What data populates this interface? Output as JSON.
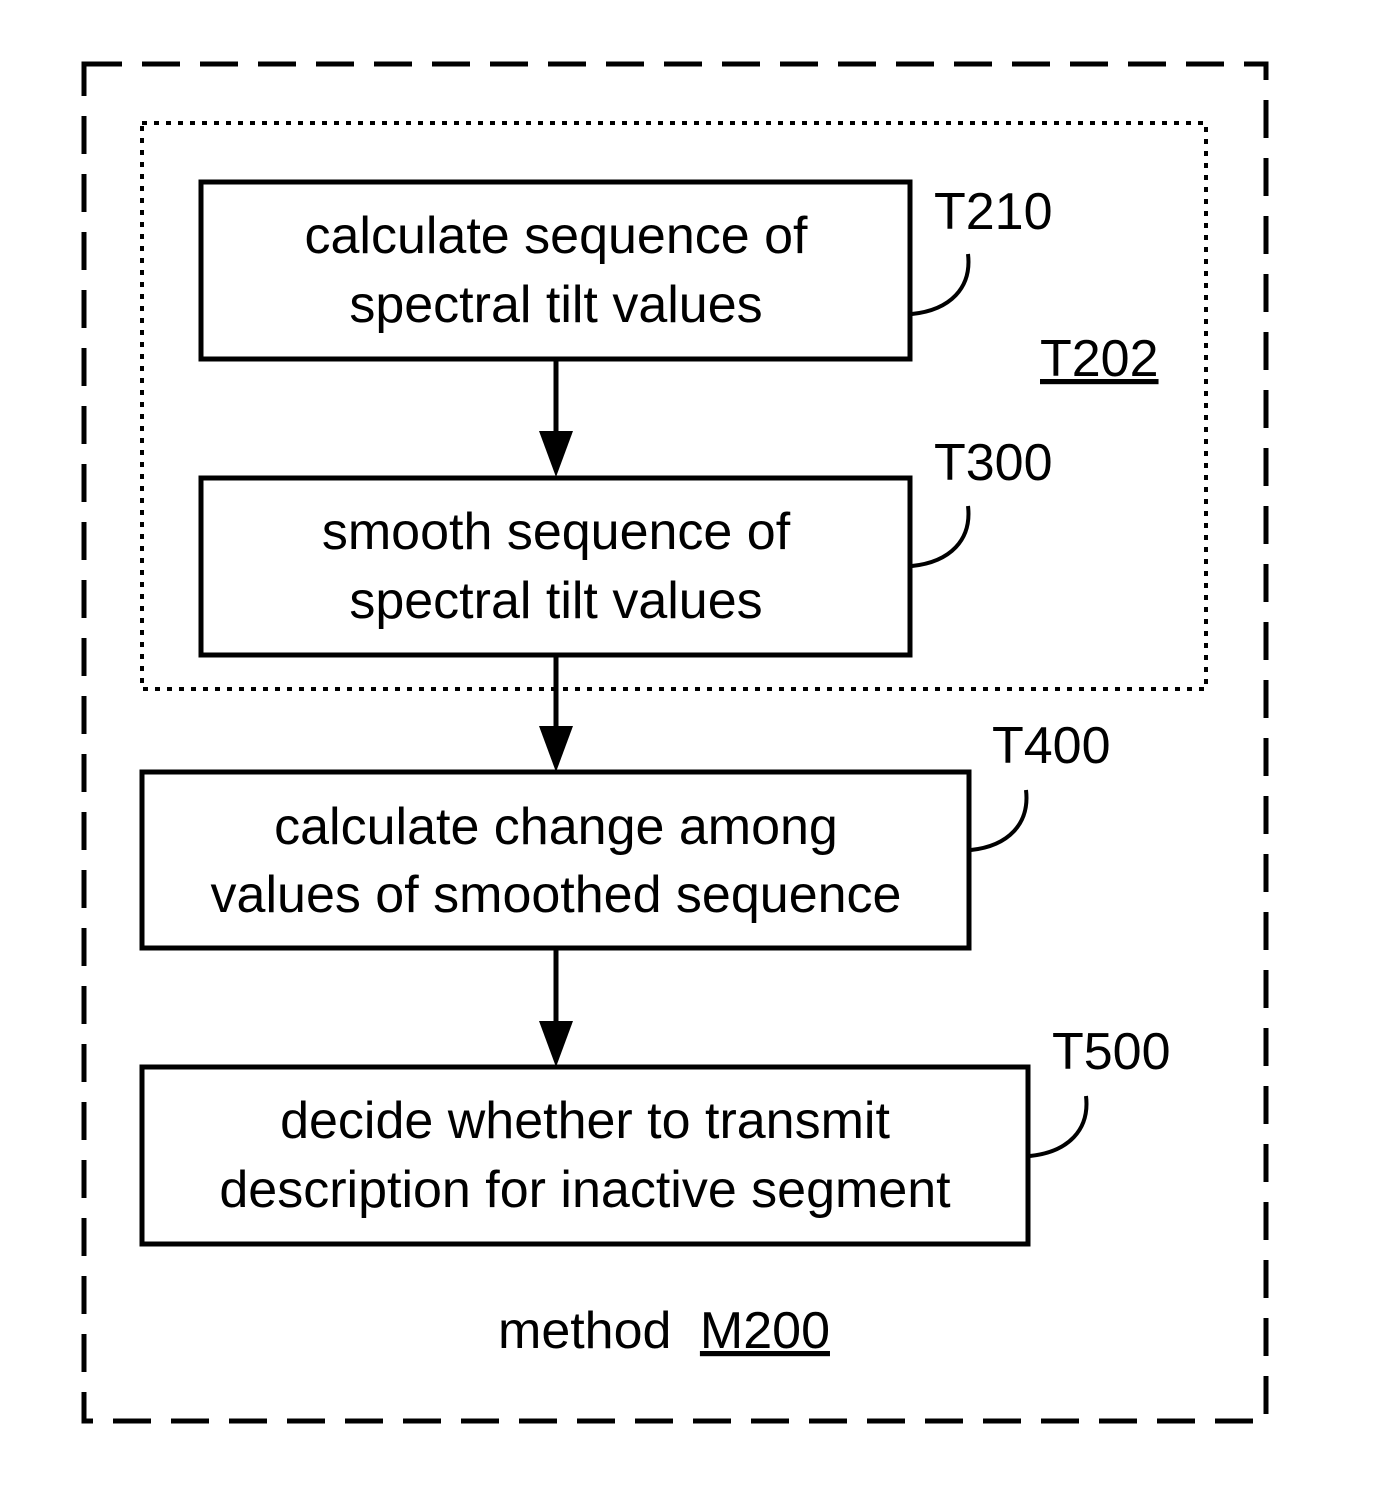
{
  "outer": {
    "method_prefix": "method",
    "method_id": "M200"
  },
  "group": {
    "label": "T202"
  },
  "steps": [
    {
      "id": "T210",
      "lines": [
        "calculate sequence of",
        "spectral tilt values"
      ]
    },
    {
      "id": "T300",
      "lines": [
        "smooth sequence of",
        "spectral tilt values"
      ]
    },
    {
      "id": "T400",
      "lines": [
        "calculate change among",
        "values of smoothed sequence"
      ]
    },
    {
      "id": "T500",
      "lines": [
        "decide whether to transmit",
        "description for inactive segment"
      ]
    }
  ]
}
